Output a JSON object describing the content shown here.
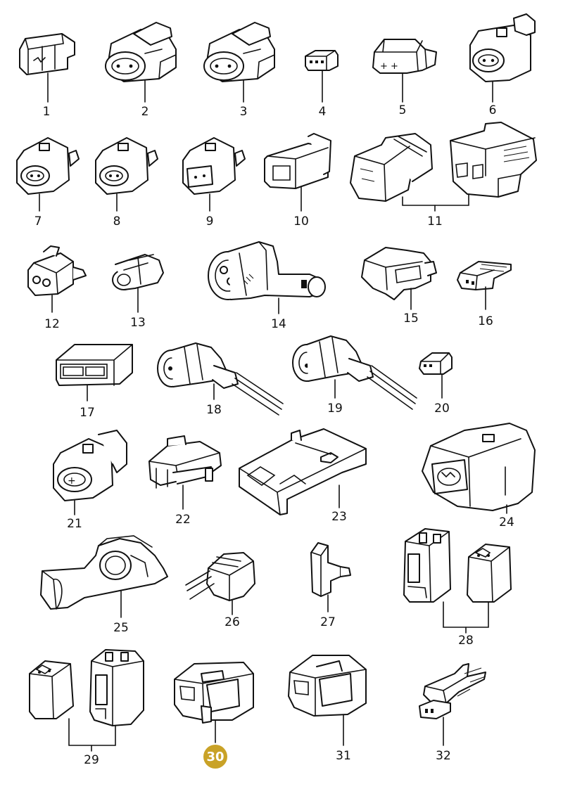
{
  "parts": [
    {
      "num": "1"
    },
    {
      "num": "2"
    },
    {
      "num": "3"
    },
    {
      "num": "4"
    },
    {
      "num": "5"
    },
    {
      "num": "6"
    },
    {
      "num": "7"
    },
    {
      "num": "8"
    },
    {
      "num": "9"
    },
    {
      "num": "10"
    },
    {
      "num": "11"
    },
    {
      "num": "12"
    },
    {
      "num": "13"
    },
    {
      "num": "14"
    },
    {
      "num": "15"
    },
    {
      "num": "16"
    },
    {
      "num": "17"
    },
    {
      "num": "18"
    },
    {
      "num": "19"
    },
    {
      "num": "20"
    },
    {
      "num": "21"
    },
    {
      "num": "22"
    },
    {
      "num": "23"
    },
    {
      "num": "24"
    },
    {
      "num": "25"
    },
    {
      "num": "26"
    },
    {
      "num": "27"
    },
    {
      "num": "28"
    },
    {
      "num": "29"
    },
    {
      "num": "30",
      "highlighted": true
    },
    {
      "num": "31"
    },
    {
      "num": "32"
    }
  ],
  "colors": {
    "line": "#111111",
    "background": "#ffffff",
    "highlight": "#c9a227"
  }
}
